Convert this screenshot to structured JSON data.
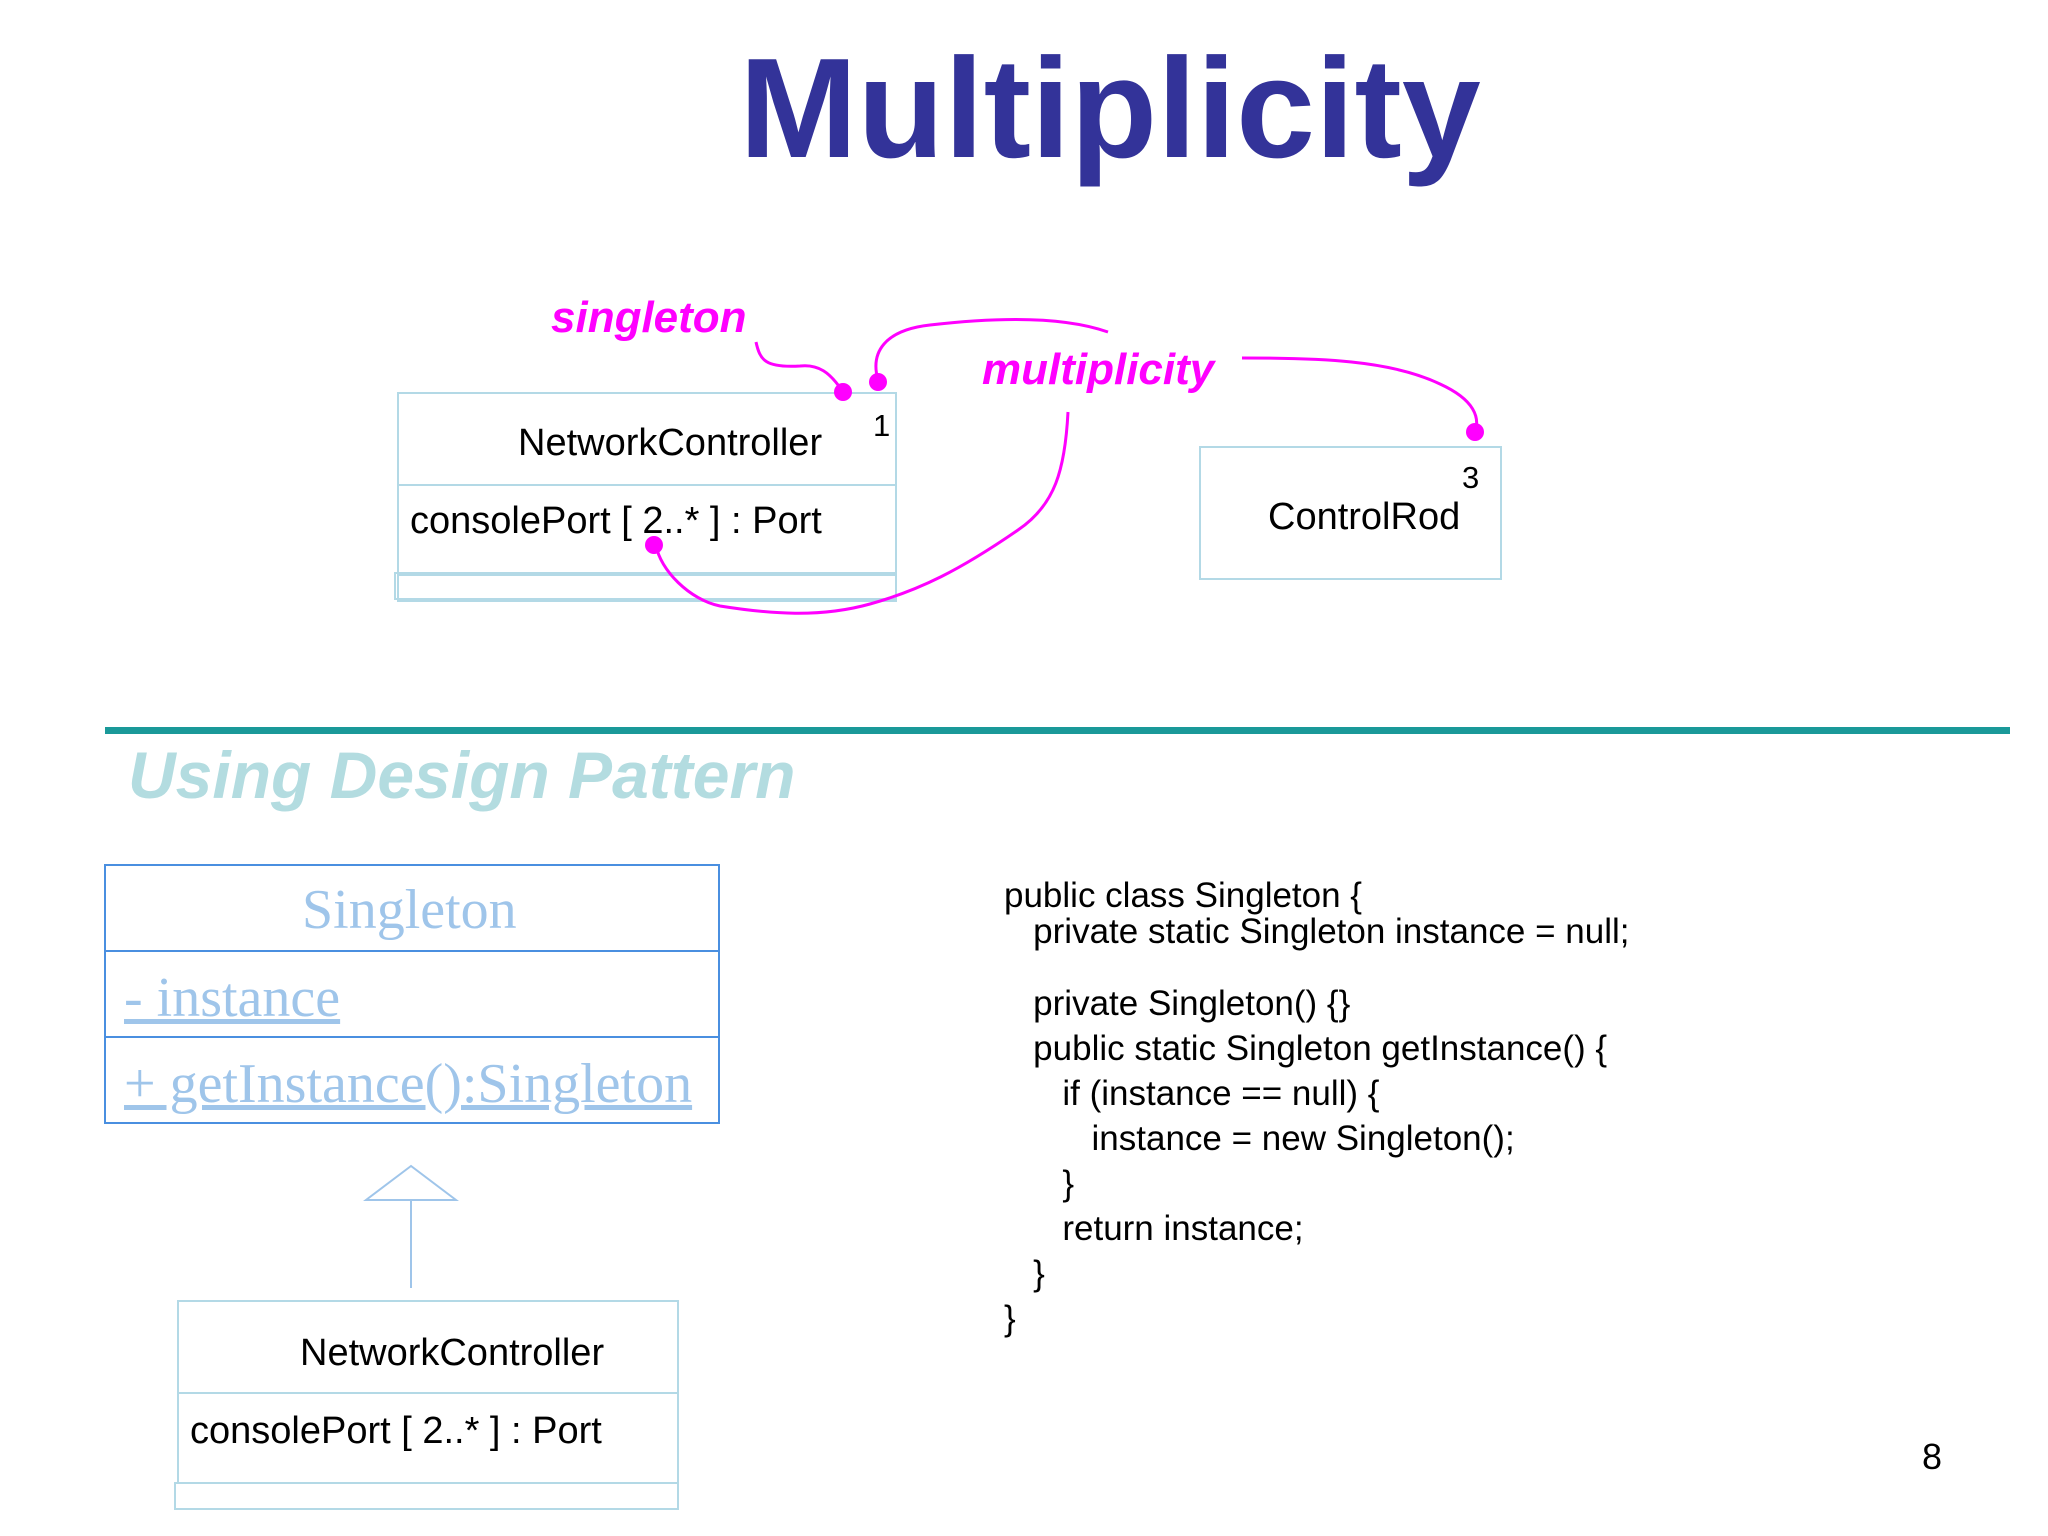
{
  "title": "Multiplicity",
  "top_diagram": {
    "network_controller": {
      "name": "NetworkController",
      "attribute": "consolePort [ 2..* ] : Port",
      "multiplicity": "1"
    },
    "control_rod": {
      "name": "ControlRod",
      "multiplicity": "3"
    },
    "annotations": {
      "singleton": "singleton",
      "multiplicity": "multiplicity"
    }
  },
  "section": {
    "heading": "Using Design Pattern"
  },
  "singleton_class": {
    "name": "Singleton",
    "attribute": "- instance",
    "method": "+ getInstance():Singleton"
  },
  "bottom_controller": {
    "name": "NetworkController",
    "attribute": "consolePort [ 2..* ] : Port"
  },
  "code": {
    "lines": [
      "public class Singleton {",
      "   private static Singleton instance = null;",
      "   private Singleton() {}",
      "   public static Singleton getInstance() {",
      "      if (instance == null) {",
      "         instance = new Singleton();",
      "      }",
      "      return instance;",
      "   }",
      "}"
    ]
  },
  "page_number": "8",
  "colors": {
    "title": "#333399",
    "annotation": "#ff00ff",
    "rule": "#1a9999",
    "heading": "#b3dce0",
    "singleton_border": "#4a8fe0",
    "singleton_text": "#9fc5ea",
    "uml_border": "#b3d9e6"
  }
}
